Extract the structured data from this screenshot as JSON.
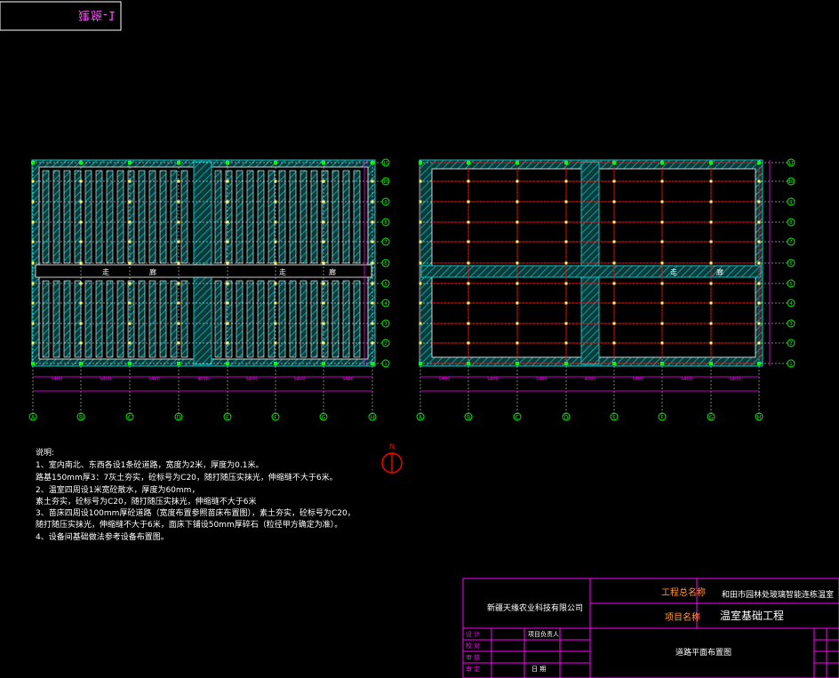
{
  "drawing_stamp": "建施-1",
  "plans": {
    "left": {
      "corridor_labels": [
        "走",
        "廊",
        "走",
        "廊"
      ],
      "columns": [
        "A",
        "B",
        "C",
        "D",
        "E",
        "F",
        "G",
        "H"
      ],
      "column_spacing": [
        "5400",
        "5400",
        "5400",
        "4000",
        "5400",
        "5400",
        "5400"
      ],
      "rows": [
        "11",
        "10",
        "9",
        "8",
        "7",
        "6",
        "5",
        "4",
        "3",
        "2",
        "1"
      ]
    },
    "right": {
      "corridor_labels": [
        "走",
        "廊"
      ],
      "columns": [
        "A",
        "B",
        "C",
        "D",
        "E",
        "F",
        "G",
        "H"
      ],
      "column_spacing": [
        "5400",
        "5400",
        "5400",
        "4000",
        "5400",
        "5400",
        "5400"
      ],
      "rows": [
        "11",
        "10",
        "9",
        "8",
        "7",
        "6",
        "5",
        "4",
        "3",
        "2",
        "1"
      ]
    }
  },
  "north_arrow_label": "N",
  "notes": {
    "title": "说明:",
    "lines": [
      "1、室内南北、东西各设1条砼道路，宽度为2米，厚度为0.1米。",
      "   路基150mm厚3：7灰土夯实，砼标号为C20，随打随压实抹光，伸缩缝不大于6米。",
      "2、温室四周设1米宽砼散水，厚度为60mm，",
      "   素土夯实，砼标号为C20，随打随压实抹光，伸缩缝不大于6米",
      "3、苗床四周设100mm厚砼道路（宽度布置参照苗床布置图），素土夯实，砼标号为C20，",
      "   随打随压实抹光，伸缩缝不大于6米，面床下铺设50mm厚碎石（粒径甲方确定为准）。",
      "4、设备间基础做法参考设备布置图。"
    ]
  },
  "title_block": {
    "company": "新疆天缘农业科技有限公司",
    "project_total_label": "工程总名称",
    "project_total_value": "和田市园林处玻璃智能连栋温室",
    "project_label": "项目名称",
    "project_value": "温室基础工程",
    "drawing_name": "道路平面布置图",
    "row_labels": [
      "设 计",
      "校 对",
      "审 核",
      "审 定"
    ],
    "leader_label": "项目负责人",
    "date_label": "日 期"
  },
  "colors": {
    "frame": "#ff00ff",
    "wall": "#00c8c8",
    "grid_red": "#ff0000",
    "node_green": "#00ff00",
    "node_yellow": "#ffff66",
    "white": "#ffffff",
    "tb_orange": "#ff9933"
  }
}
